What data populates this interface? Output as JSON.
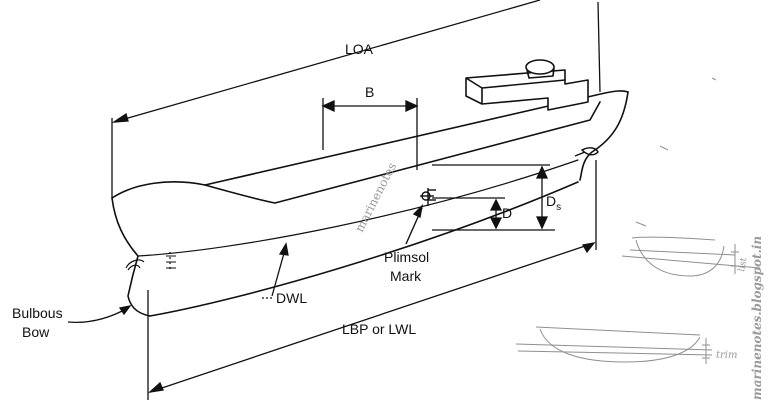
{
  "labels": {
    "loa": "LOA",
    "beam": "B",
    "draft_symbol": "D",
    "depth_symbol": "D",
    "depth_subscript": "s",
    "plimsol_line1": "Plimsol",
    "plimsol_line2": "Mark",
    "dwl": "DWL",
    "lbp": "LBP or LWL",
    "bulbous_line1": "Bulbous",
    "bulbous_line2": "Bow"
  },
  "watermark": {
    "center": "marinenotes",
    "right": "marinenotes.blogspot.in"
  },
  "sketch_notes": {
    "heel": "list",
    "trim": "trim"
  },
  "colors": {
    "ink": "#111111",
    "pencil": "#8f8f8f"
  }
}
